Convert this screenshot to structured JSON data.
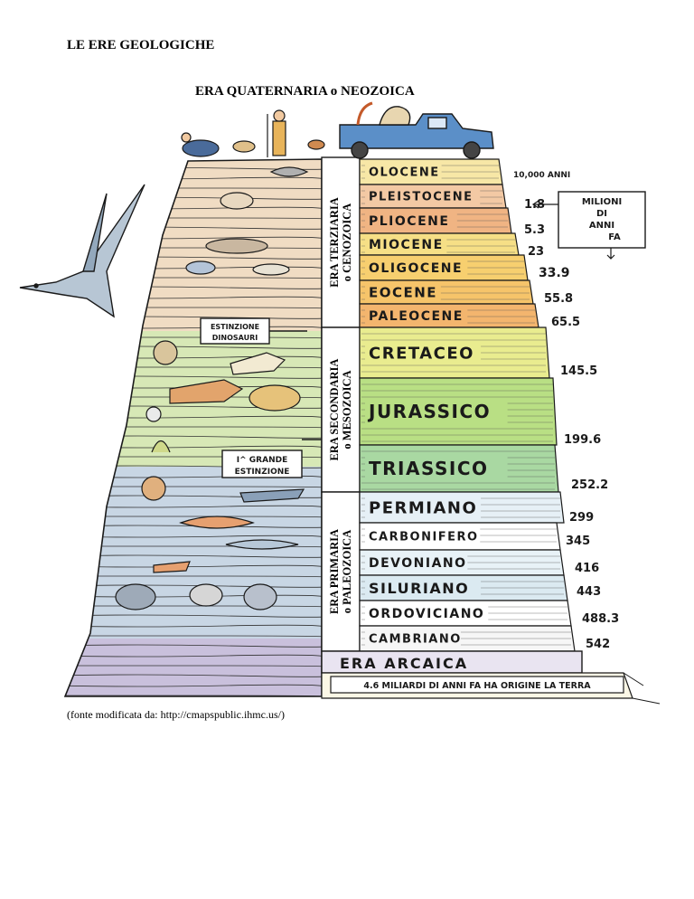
{
  "title": "LE ERE GEOLOGICHE",
  "subtitle": "ERA QUATERNARIA  o NEOZOICA",
  "source": "(fonte modificata da: http://cmapspublic.ihmc.us/)",
  "eras": [
    {
      "line1": "ERA TERZIARIA",
      "line2": "o CENOZOICA"
    },
    {
      "line1": "ERA SECONDARIA",
      "line2": "o MESOZOICA"
    },
    {
      "line1": "ERA PRIMARIA",
      "line2": "o PALEOZOICA"
    }
  ],
  "periods": [
    {
      "label": "OLOCENE",
      "color": "#f7e7a6"
    },
    {
      "label": "PLEISTOCENE",
      "color": "#f3c9a4"
    },
    {
      "label": "PLIOCENE",
      "color": "#f0b483"
    },
    {
      "label": "MIOCENE",
      "color": "#f6df86"
    },
    {
      "label": "OLIGOCENE",
      "color": "#f7cf6f"
    },
    {
      "label": "EOCENE",
      "color": "#f6c46a"
    },
    {
      "label": "PALEOCENE",
      "color": "#f3b56e"
    },
    {
      "label": "CRETACEO",
      "color": "#e9ec8f"
    },
    {
      "label": "JURASSICO",
      "color": "#b9df84"
    },
    {
      "label": "TRIASSICO",
      "color": "#a9d8a2"
    },
    {
      "label": "PERMIANO",
      "color": "#e6f0f6"
    },
    {
      "label": "CARBONIFERO",
      "color": "#ffffff"
    },
    {
      "label": "DEVONIANO",
      "color": "#e8f2f7"
    },
    {
      "label": "SILURIANO",
      "color": "#dbeaf1"
    },
    {
      "label": "ORDOVICIANO",
      "color": "#ffffff"
    },
    {
      "label": "CAMBRIANO",
      "color": "#f6f6f6"
    }
  ],
  "arcaica": "ERA  ARCAICA",
  "origin": "4.6 MILIARDI DI ANNI FA HA ORIGINE LA TERRA",
  "ages": [
    "10,000 ANNI",
    "1.8",
    "5.3",
    "23",
    "33.9",
    "55.8",
    "65.5",
    "145.5",
    "199.6",
    "252.2",
    "299",
    "345",
    "416",
    "443",
    "488.3",
    "542"
  ],
  "units_box": [
    "MILIONI",
    "DI",
    "ANNI",
    "FA"
  ],
  "extinction_1": [
    "ESTINZIONE",
    "DINOSAURI"
  ],
  "extinction_2": [
    "I^ GRANDE",
    "ESTINZIONE"
  ],
  "colors": {
    "cenozoic_rock": "#f0dcc3",
    "mesozoic_rock": "#d7e8b6",
    "paleozoic_rock": "#c8d6e4",
    "archean_rock": "#c9c0dc",
    "ink": "#1a1a1a",
    "truck": "#5b8fc8"
  }
}
